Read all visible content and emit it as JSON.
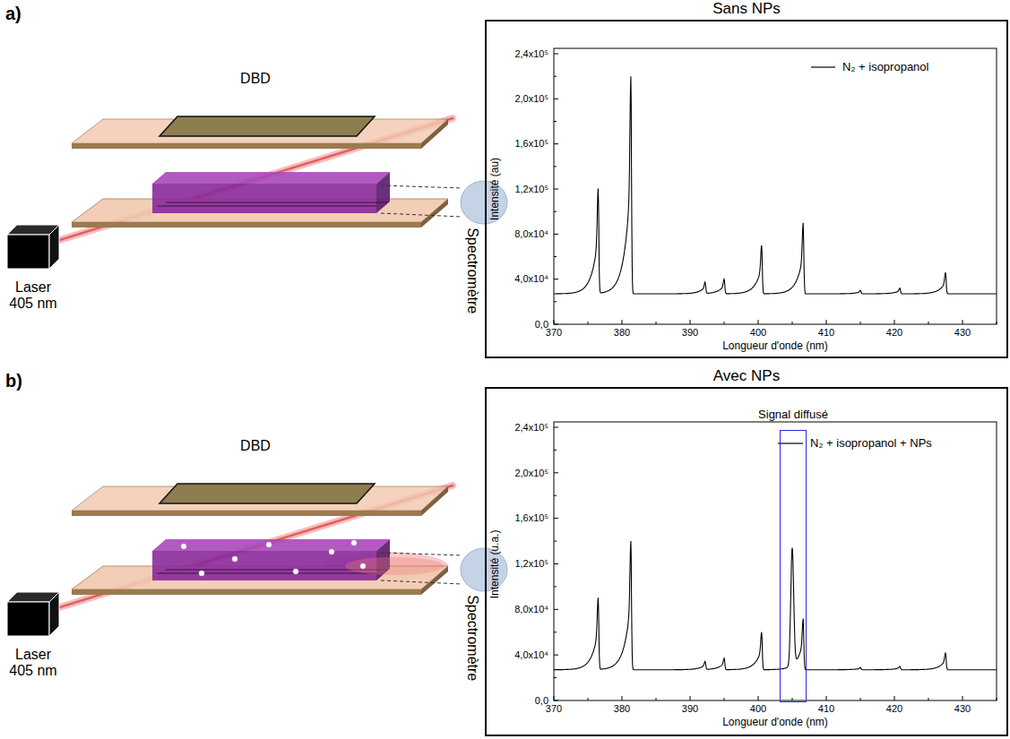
{
  "diagram": {
    "nodes": [
      {
        "text": [
          "Sans NPs"
        ]
      },
      {
        "text": [
          "Avec NPs"
        ]
      },
      {
        "text": [
          "Signal diffusé"
        ],
        "in": 1
      }
    ],
    "labels": [
      "a)",
      "DBD",
      "Laser 405 nm",
      "Spectromètre",
      "2,4x10⁵",
      "2,0x10⁵",
      "1,6x10⁵",
      "1,2x10⁵",
      "8,0x10⁴",
      "4,0x10⁴",
      "0,0",
      "370",
      "380",
      "390",
      "400",
      "410",
      "420",
      "430",
      "Intensité (au)",
      "Longueur d'onde (nm)",
      "b)",
      "DBD",
      "Laser 405 nm",
      "Spectromètre",
      "2,4x10⁵",
      "2,0x10⁵",
      "1,6x10⁵",
      "1,2x10⁵",
      "8,0x10⁴",
      "4,0x10⁴",
      "0,0",
      "370",
      "380",
      "390",
      "400",
      "410",
      "420",
      "430",
      "Intensité (u.a.)",
      "Longueur d'onde (nm)"
    ],
    "legend": [
      {
        "text": "N₂ + isopropanol"
      },
      {
        "text": "N₂ + isopropanol + NPs"
      }
    ]
  }
}
